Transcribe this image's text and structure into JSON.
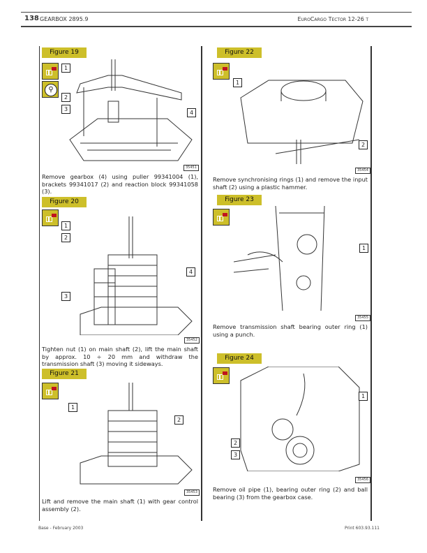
{
  "header": {
    "page_number": "138",
    "section": "GEARBOX 2895.9",
    "model": "EuroCargo Tector 12-26 t"
  },
  "footer": {
    "edition": "Base - February 2003",
    "print": "Print 603.93.111"
  },
  "figures": [
    {
      "title": "Figure 19",
      "ref": "35451",
      "callouts": [
        "1",
        "2",
        "3",
        "4"
      ],
      "caption": "Remove gearbox (4) using puller 99341004 (1), brackets 99341017 (2) and reaction block 99341058 (3)."
    },
    {
      "title": "Figure 20",
      "ref": "35452",
      "callouts": [
        "1",
        "2",
        "4",
        "3"
      ],
      "caption": "Tighten nut (1) on main shaft (2), lift the main shaft by approx. 10 ÷ 20 mm and withdraw the transmission shaft (3) moving it sideways."
    },
    {
      "title": "Figure 21",
      "ref": "35453",
      "callouts": [
        "1",
        "2"
      ],
      "caption": "Lift and remove the main shaft (1) with gear control assembly (2)."
    },
    {
      "title": "Figure 22",
      "ref": "35454",
      "callouts": [
        "1",
        "2"
      ],
      "caption": "Remove synchronising rings (1) and remove the input shaft (2) using a plastic hammer."
    },
    {
      "title": "Figure 23",
      "ref": "35455",
      "callouts": [
        "1"
      ],
      "caption": "Remove transmission shaft bearing outer ring (1) using a punch."
    },
    {
      "title": "Figure 24",
      "ref": "35456",
      "callouts": [
        "1",
        "2",
        "3"
      ],
      "caption": "Remove oil pipe (1), bearing outer ring (2) and ball bearing (3) from the gearbox case."
    }
  ],
  "colors": {
    "figure_title_bg": "#cdbf2a",
    "badge_red": "#c0141e"
  }
}
